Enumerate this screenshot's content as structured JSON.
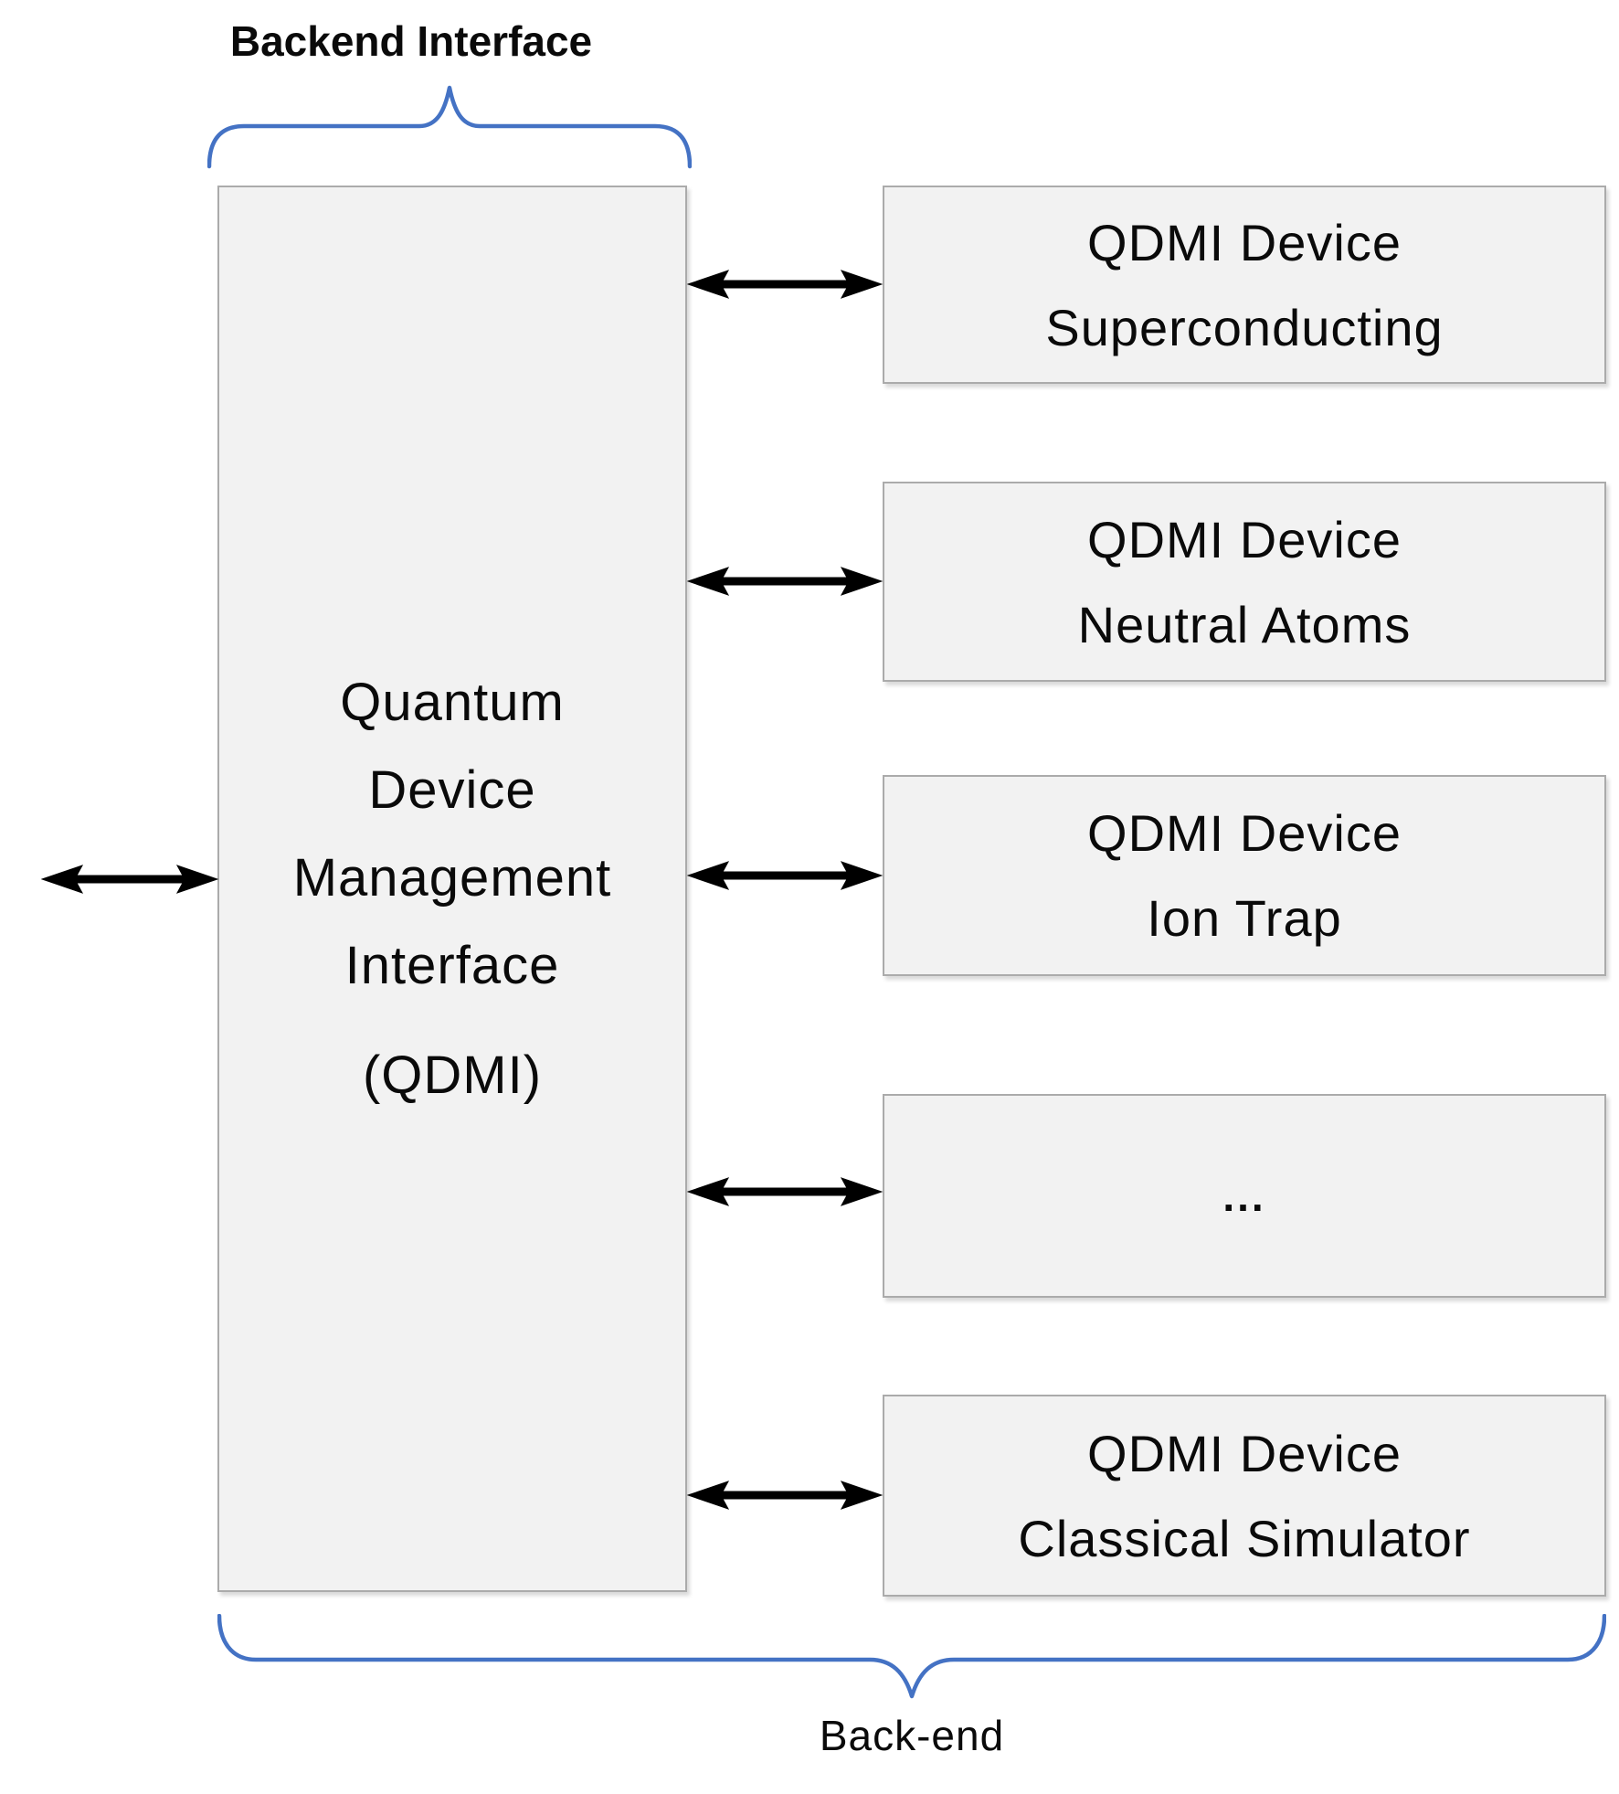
{
  "diagram": {
    "top_label": "Backend Interface",
    "bottom_label": "Back-end",
    "main_box": {
      "lines": [
        "Quantum",
        "Device",
        "Management",
        "Interface"
      ],
      "acronym": "(QDMI)"
    },
    "device_boxes": [
      {
        "lines": [
          "QDMI Device",
          "Superconducting"
        ]
      },
      {
        "lines": [
          "QDMI Device",
          "Neutral Atoms"
        ]
      },
      {
        "lines": [
          "QDMI Device",
          "Ion Trap"
        ]
      },
      {
        "lines": [
          "..."
        ]
      },
      {
        "lines": [
          "QDMI Device",
          "Classical Simulator"
        ]
      }
    ],
    "colors": {
      "brace_blue": "#4472C4",
      "box_fill": "#F2F2F2",
      "box_border": "#ABABAB",
      "arrow_black": "#000000",
      "text": "#000000"
    }
  }
}
